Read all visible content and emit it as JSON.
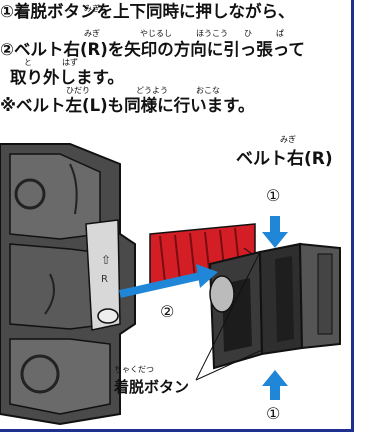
{
  "instructions": {
    "line1": "①着脱ボタンを上下同時に押しながら、",
    "line2": "②ベルト右(R)を矢印の方向に引っ張って",
    "line3": "取り外します。",
    "line4": "※ベルト左(L)も同様に行います。"
  },
  "ruby": {
    "migi": "みぎ",
    "yajirushi": "やじるし",
    "houkou": "ほうこう",
    "hi": "ひ",
    "ha": "ぱ",
    "to": "と",
    "hazu": "はず",
    "hidari": "ひだり",
    "douyou": "どうよう",
    "okona": "おこな",
    "migi2": "みぎ",
    "chakudatsu": "ちゃくだつ"
  },
  "illustration": {
    "belt_right_label": "ベルト右(R)",
    "attach_button_label": "着脱ボタン",
    "step1_top": "①",
    "step1_bottom": "①",
    "step2": "②"
  },
  "colors": {
    "border": "#1e2f8f",
    "arrow_blue": "#1f86d8",
    "red_belt": "#d41e25",
    "body_dark": "#3a3a3a"
  }
}
